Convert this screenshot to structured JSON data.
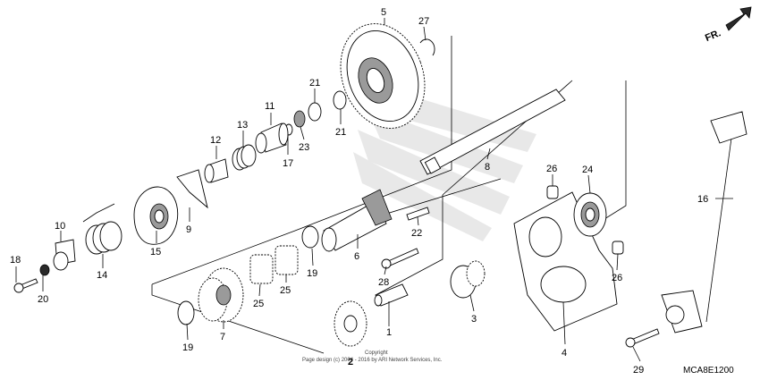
{
  "parts": [
    {
      "id": "callout-1",
      "label": "1"
    },
    {
      "id": "callout-2",
      "label": "2"
    },
    {
      "id": "callout-3",
      "label": "3"
    },
    {
      "id": "callout-4",
      "label": "4"
    },
    {
      "id": "callout-5",
      "label": "5"
    },
    {
      "id": "callout-6",
      "label": "6"
    },
    {
      "id": "callout-7",
      "label": "7"
    },
    {
      "id": "callout-8",
      "label": "8"
    },
    {
      "id": "callout-9",
      "label": "9"
    },
    {
      "id": "callout-10",
      "label": "10"
    },
    {
      "id": "callout-11",
      "label": "11"
    },
    {
      "id": "callout-12",
      "label": "12"
    },
    {
      "id": "callout-13",
      "label": "13"
    },
    {
      "id": "callout-14",
      "label": "14"
    },
    {
      "id": "callout-15",
      "label": "15"
    },
    {
      "id": "callout-16",
      "label": "16"
    },
    {
      "id": "callout-17",
      "label": "17"
    },
    {
      "id": "callout-18",
      "label": "18"
    },
    {
      "id": "callout-19a",
      "label": "19"
    },
    {
      "id": "callout-19b",
      "label": "19"
    },
    {
      "id": "callout-20",
      "label": "20"
    },
    {
      "id": "callout-21a",
      "label": "21"
    },
    {
      "id": "callout-21b",
      "label": "21"
    },
    {
      "id": "callout-22",
      "label": "22"
    },
    {
      "id": "callout-23",
      "label": "23"
    },
    {
      "id": "callout-24",
      "label": "24"
    },
    {
      "id": "callout-25a",
      "label": "25"
    },
    {
      "id": "callout-25b",
      "label": "25"
    },
    {
      "id": "callout-26a",
      "label": "26"
    },
    {
      "id": "callout-26b",
      "label": "26"
    },
    {
      "id": "callout-27",
      "label": "27"
    },
    {
      "id": "callout-28",
      "label": "28"
    },
    {
      "id": "callout-29",
      "label": "29"
    }
  ],
  "direction_label": "FR.",
  "diagram_code": "MCA8E1200",
  "copyright_line1": "Copyright",
  "copyright_line2": "Page design (c) 2004 - 2016 by ARI Network Services, Inc."
}
